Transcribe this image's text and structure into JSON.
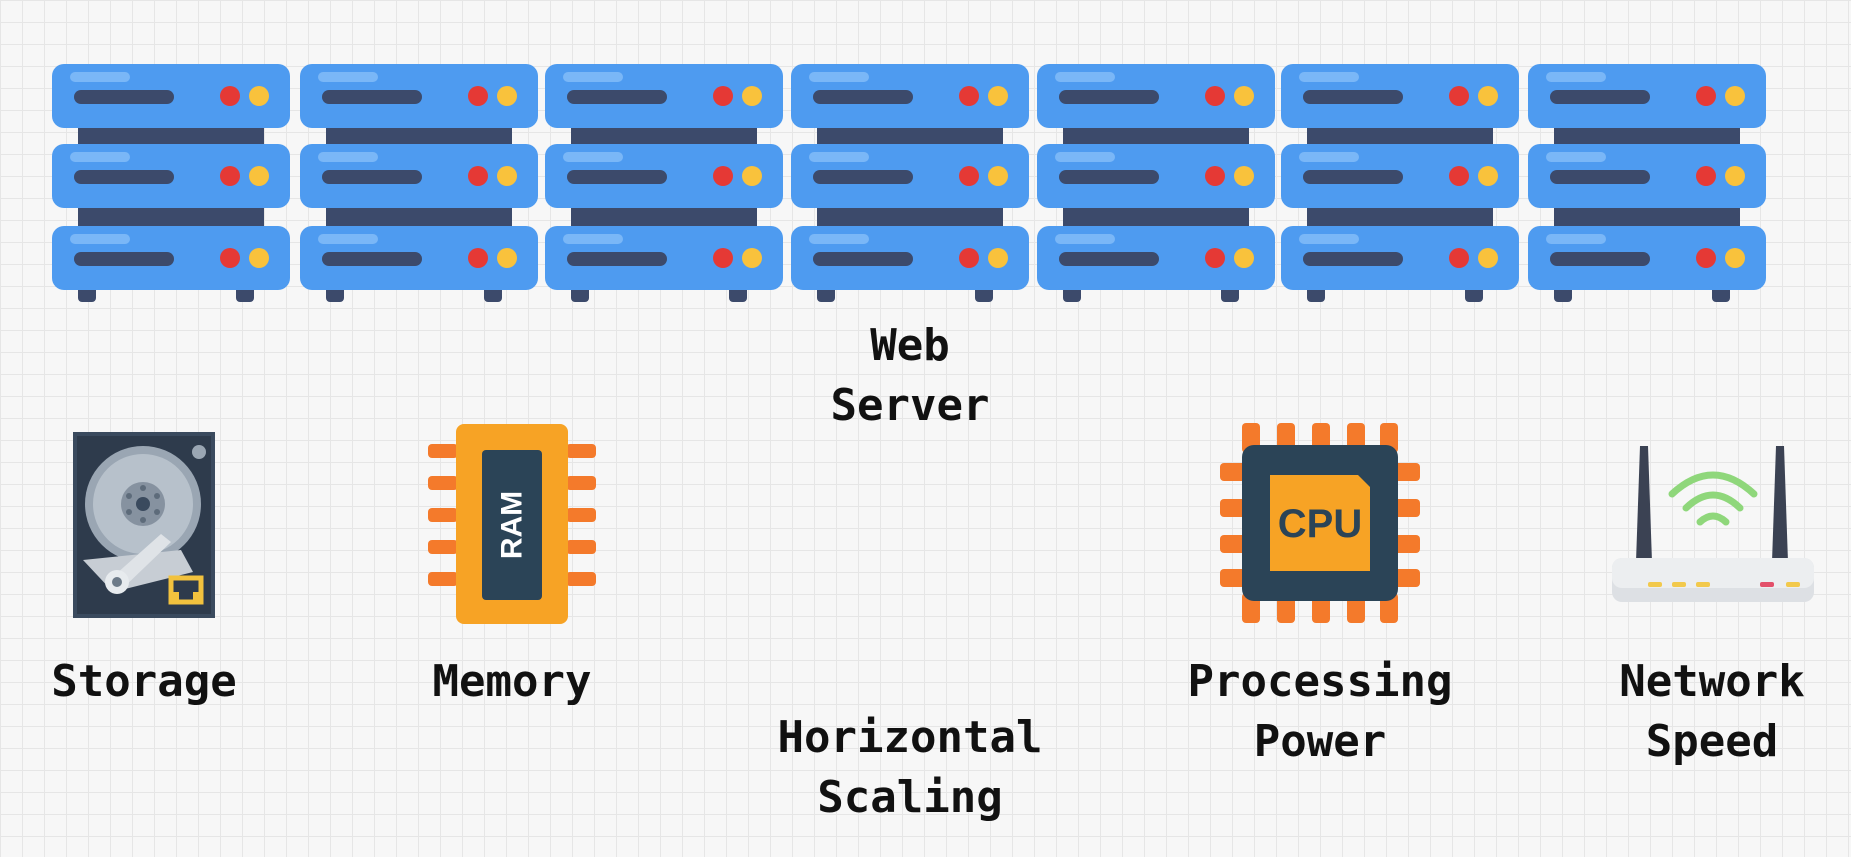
{
  "diagram": {
    "server_count": 7,
    "server_label": [
      "Web",
      "Server"
    ],
    "scaling_label": [
      "Horizontal",
      "Scaling"
    ],
    "resources": [
      {
        "icon": "hard-drive-icon",
        "label": [
          "Storage"
        ]
      },
      {
        "icon": "ram-chip-icon",
        "label": [
          "Memory"
        ],
        "chip_text": "RAM"
      },
      {
        "icon": "cpu-chip-icon",
        "label": [
          "Processing",
          "Power"
        ],
        "chip_text": "CPU"
      },
      {
        "icon": "router-icon",
        "label": [
          "Network",
          "Speed"
        ]
      }
    ]
  },
  "colors": {
    "server_blue": "#4e9bf0",
    "server_dark": "#3c4a6b",
    "led_red": "#e53935",
    "led_yellow": "#f9c23c",
    "chip_orange": "#f7a325",
    "chip_pins": "#f47a2b",
    "chip_dark": "#2b4457",
    "wifi_green": "#8fd77b"
  }
}
